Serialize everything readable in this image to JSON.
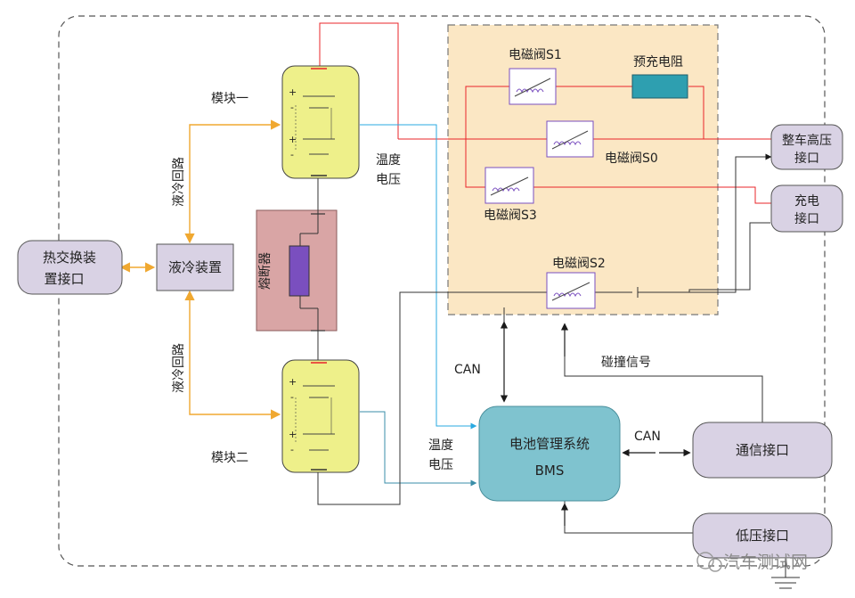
{
  "labels": {
    "module1": "模块一",
    "module2": "模块二",
    "coolant_loop_top": "液冷回路",
    "coolant_loop_bottom": "液冷回路",
    "coolant_device": "液冷装置",
    "heat_exchange_l1": "热交换装",
    "heat_exchange_l2": "置接口",
    "fuse": "熔断器",
    "temp_voltage_top_l1": "温度",
    "temp_voltage_top_l2": "电压",
    "temp_voltage_bottom_l1": "温度",
    "temp_voltage_bottom_l2": "电压",
    "valve_s1": "电磁阀S1",
    "precharge_resistor": "预充电阻",
    "valve_s0": "电磁阀S0",
    "valve_s3": "电磁阀S3",
    "valve_s2": "电磁阀S2",
    "vehicle_hv_l1": "整车高压",
    "vehicle_hv_l2": "接口",
    "charge_l1": "充电",
    "charge_l2": "接口",
    "can_left": "CAN",
    "can_right": "CAN",
    "collision_signal": "碰撞信号",
    "bms_l1": "电池管理系统",
    "bms_l2": "BMS",
    "comm_interface": "通信接口",
    "lv_interface": "低压接口",
    "watermark": "汽车测试网",
    "plus": "+",
    "minus": "-"
  },
  "colors": {
    "hv_line": "#e8242a",
    "temp_line": "#29a9e1",
    "coolant_arrow": "#f0a830",
    "module_fill": "#eef08a",
    "fuse_box_fill": "#d9a5a5",
    "fuse_fill": "#7a4fbf",
    "relay_box_fill": "#fbe7c4",
    "bms_fill": "#7fc3cf",
    "interface_fill": "#d9d2e4",
    "resistor_fill": "#2e9fb0",
    "valve_coil": "#7a4fbf"
  }
}
